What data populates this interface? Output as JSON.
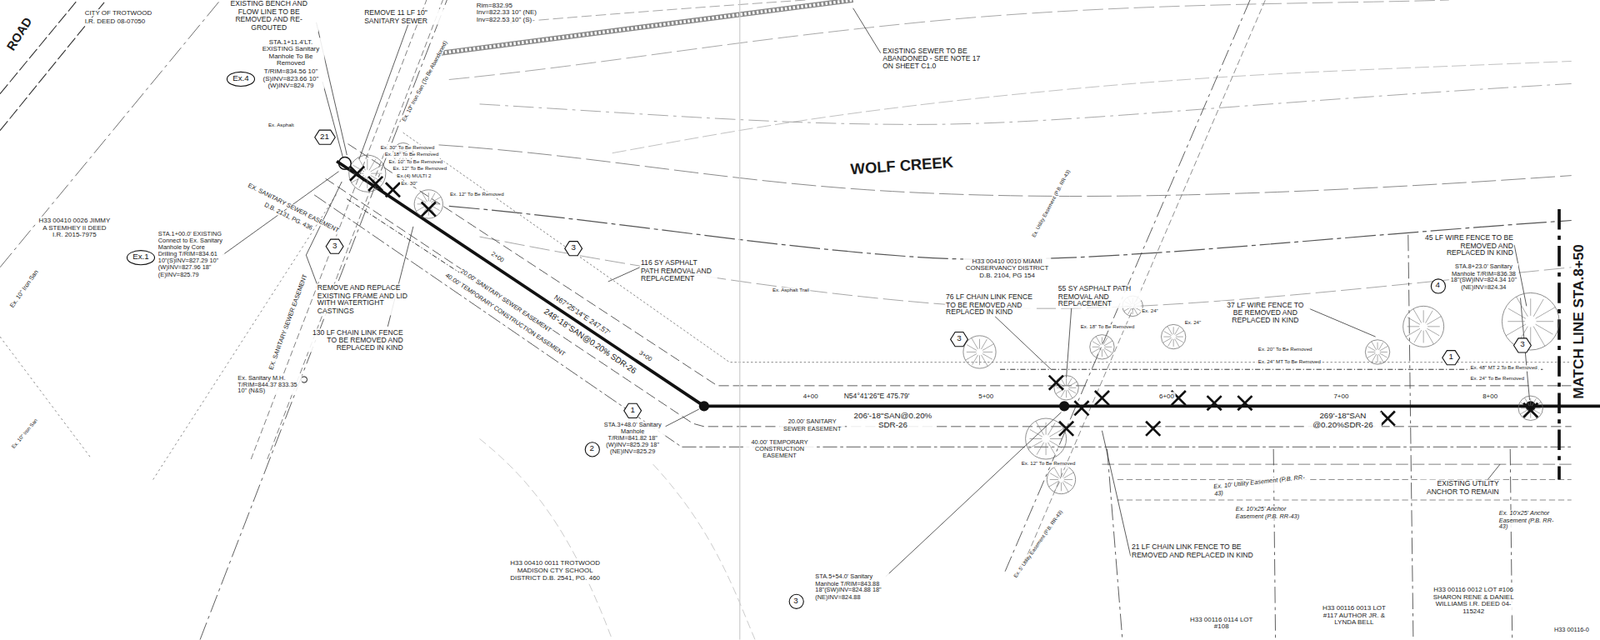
{
  "diagram": {
    "nodes": [
      {
        "text": [
          "Ex.4"
        ]
      },
      {
        "text": [
          "21"
        ]
      },
      {
        "text": [
          "Ex.1"
        ]
      },
      {
        "text": [
          "3"
        ]
      },
      {
        "text": [
          "3"
        ]
      },
      {
        "text": [
          "4"
        ]
      },
      {
        "text": [
          "3"
        ]
      },
      {
        "text": [
          "3"
        ]
      },
      {
        "text": [
          "1"
        ]
      },
      {
        "text": [
          "1"
        ]
      },
      {
        "text": [
          "2"
        ]
      },
      {
        "text": [
          "3"
        ]
      }
    ],
    "labels": [
      "ROAD",
      "CITY OF TROTWOOD",
      "I.R. DEED 08-07050",
      "EXISTING BENCH AND FLOW LINE TO BE REMOVED AND RE-GROUTED",
      "REMOVE 11 LF 10\" SANITARY SEWER",
      "Rim=832.95",
      "Inv=822.33 10\" (NE)",
      "Inv=822.53 10\" (S)",
      "EXISTING SEWER TO BE ABANDONED - SEE NOTE 17 ON SHEET C1.0",
      "WOLF CREEK",
      "STA.1+11.4'LT. EXISTING Sanitary Manhole To Be Removed T/RIM=834.56 10\"(S)INV=823.66 10\"(W)INV=824.79",
      "Ex. 10\" Iron San",
      "H33 00410 0026 JIMMY A STEMHEY II DEED I.R. 2015-7975",
      "STA.1+00.0' EXISTING Connect to Ex. Sanitary Manhole by Core Drilling T/RIM=834.61 10\"(S)INV=827.29 10\"(W)INV=827.96 18\"(E)INV=825.79",
      "EX. SANITARY SEWER EASEMENT",
      "D.B. 2131, PG. 436",
      "REMOVE AND REPLACE EXISTING FRAME AND LID WITH WATERTIGHT CASTINGS",
      "130 LF CHAIN LINK FENCE TO BE REMOVED AND REPLACED IN KIND",
      "Ex. Sanitary M.H. T/RIM=844.37 833.35 10\" (N&S)",
      "EX. SANITARY SEWER EASEMENT",
      "20.00' SANITARY SEWER EASEMENT",
      "40.00' TEMPORARY CONSTRUCTION EASEMENT",
      "248'-18\"SAN@0.20% SDR-26",
      "N67°25'14\"E 247.57'",
      "2+00",
      "3+00",
      "116 SY ASPHALT PATH REMOVAL AND REPLACEMENT",
      "STA.3+48.0' Sanitary Manhole T/RIM=841.82 18\"(W)INV=825.29 18\"(NE)INV=825.29",
      "4+00",
      "N54°41'26\"E 475.79'",
      "5+00",
      "20.00' SANITARY SEWER EASEMENT",
      "40.00' TEMPORARY CONSTRUCTION EASEMENT",
      "206'-18\"SAN@0.20% SDR-26",
      "H33 00410 0010 MIAMI CONSERVANCY DISTRICT D.B. 2104, PG 154",
      "76 LF CHAIN LINK FENCE TO BE REMOVED AND REPLACED IN KIND",
      "55 SY ASPHALT PATH REMOVAL AND REPLACEMENT",
      "37 LF WIRE FENCE TO BE REMOVED AND REPLACED IN KIND",
      "45 LF WIRE FENCE TO BE REMOVED AND REPLACED IN KIND",
      "STA.8+23.0' Sanitary Manhole T/RIM=836.38 18\"(SW)INV=824.34 10\"(NE)INV=824.34",
      "6+00",
      "7+00",
      "8+00",
      "269'-18\"SAN @0.20%SDR-26",
      "EXISTING UTILITY ANCHOR TO REMAIN",
      "Ex. 10'x25' Anchor Easement (P.B. RR-43)",
      "Ex. 10' Utility Easement (P.B. RR-43)",
      "Ex. 10'x25' Anchor Easement (P.B. RR-43)",
      "21 LF CHAIN LINK FENCE TO BE REMOVED AND REPLACED IN KIND",
      "MATCH LINE STA.8+50",
      "H33 00410 0011 TROTWOOD MADISON CTY SCHOOL DISTRICT D.B. 2541, PG. 460",
      "STA.5+54.0' Sanitary Manhole T/RIM=843.88 18\"(SW)INV=824.88 18\"(NE)INV=824.88",
      "H33 00116 0114 LOT #108",
      "H33 00116 0013 LOT #117 AUTHOR JR. & LYNDA BELL",
      "H33 00116 0012 LOT #106 SHARON RENE & DANIEL WILLIAMS I.R. DEED 04-115242",
      "H33 00116-0",
      "Ex. 10\" Iron San (To Be Abandoned)",
      "Ex. 30\" To Be Removed",
      "Ex. 18\" To Be Removed",
      "Ex. 10\" To Be Removed",
      "Ex. 12\" To Be Removed",
      "Ex.(4) MULTI 2",
      "Ex. 30\"",
      "Ex. 12\" To Be Removed",
      "Ex. Asphalt",
      "Ex. Asphalt Trail",
      "Ex. Utility Easement (P.B. RR-43)",
      "Ex. 5' Utility Easement (P.B. RR-43)",
      "Ex. 10\" Iron San",
      "Ex. 24\"",
      "Ex. 24\"",
      "Ex. 18\" To Be Removed",
      "Ex. 20\" To Be Removed",
      "Ex. 24\" MT To Be Removed",
      "Ex. 48\" MT 2 To Be Removed",
      "Ex. 24\" To Be Removed",
      "Ex. 12\" To Be Removed"
    ]
  }
}
